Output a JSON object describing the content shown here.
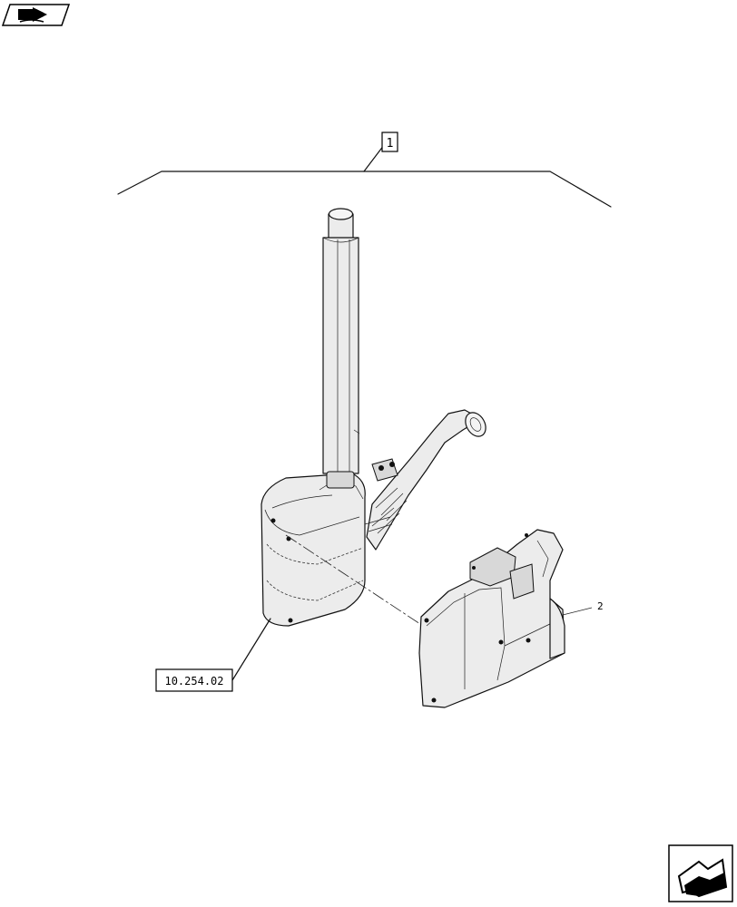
{
  "nav": {
    "prev_icon": "book-arrow-icon",
    "next_icon": "next-page-arrow-icon"
  },
  "callouts": {
    "assembly": "1",
    "cover_item": "2",
    "reference": "10.254.02"
  }
}
